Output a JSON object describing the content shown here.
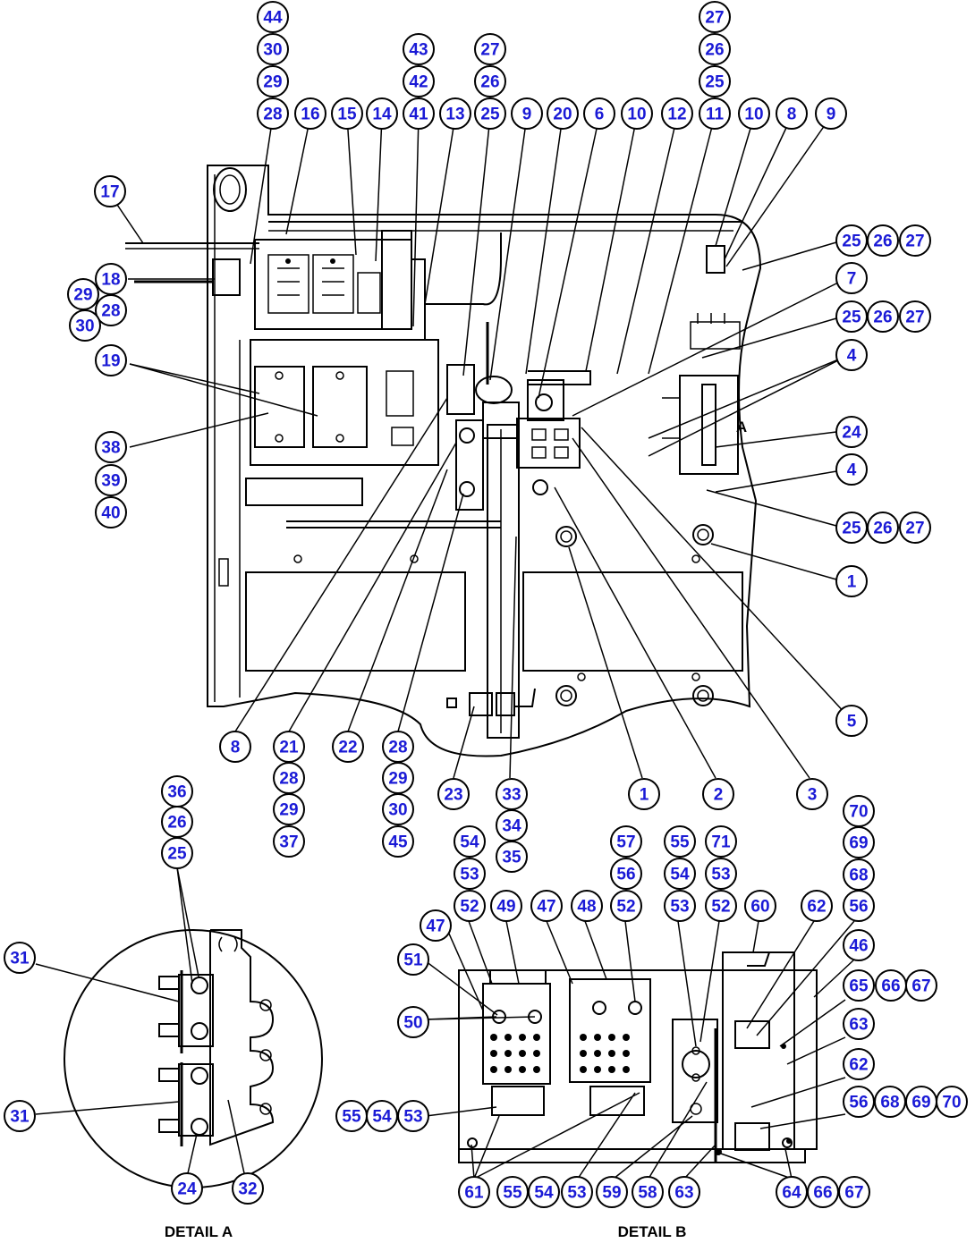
{
  "captions": {
    "detail_a": "DETAIL A",
    "detail_b": "DETAIL B",
    "view_mark": "A"
  },
  "callouts": [
    {
      "id": "c-44a",
      "label": "44"
    },
    {
      "id": "c-30a",
      "label": "30"
    },
    {
      "id": "c-29a",
      "label": "29"
    },
    {
      "id": "c-28a",
      "label": "28"
    },
    {
      "id": "c-16",
      "label": "16"
    },
    {
      "id": "c-15",
      "label": "15"
    },
    {
      "id": "c-14",
      "label": "14"
    },
    {
      "id": "c-43",
      "label": "43"
    },
    {
      "id": "c-42",
      "label": "42"
    },
    {
      "id": "c-41",
      "label": "41"
    },
    {
      "id": "c-13",
      "label": "13"
    },
    {
      "id": "c-27a",
      "label": "27"
    },
    {
      "id": "c-26a",
      "label": "26"
    },
    {
      "id": "c-25a",
      "label": "25"
    },
    {
      "id": "c-9a",
      "label": "9"
    },
    {
      "id": "c-20",
      "label": "20"
    },
    {
      "id": "c-6",
      "label": "6"
    },
    {
      "id": "c-10a",
      "label": "10"
    },
    {
      "id": "c-12",
      "label": "12"
    },
    {
      "id": "c-27b",
      "label": "27"
    },
    {
      "id": "c-26b",
      "label": "26"
    },
    {
      "id": "c-25b",
      "label": "25"
    },
    {
      "id": "c-11",
      "label": "11"
    },
    {
      "id": "c-10b",
      "label": "10"
    },
    {
      "id": "c-8a",
      "label": "8"
    },
    {
      "id": "c-9b",
      "label": "9"
    },
    {
      "id": "c-17",
      "label": "17"
    },
    {
      "id": "c-18",
      "label": "18"
    },
    {
      "id": "c-29b",
      "label": "29"
    },
    {
      "id": "c-28b",
      "label": "28"
    },
    {
      "id": "c-30b",
      "label": "30"
    },
    {
      "id": "c-19",
      "label": "19"
    },
    {
      "id": "c-38",
      "label": "38"
    },
    {
      "id": "c-39",
      "label": "39"
    },
    {
      "id": "c-40",
      "label": "40"
    },
    {
      "id": "c-25c",
      "label": "25"
    },
    {
      "id": "c-26c",
      "label": "26"
    },
    {
      "id": "c-27c",
      "label": "27"
    },
    {
      "id": "c-7",
      "label": "7"
    },
    {
      "id": "c-25d",
      "label": "25"
    },
    {
      "id": "c-26d",
      "label": "26"
    },
    {
      "id": "c-27d",
      "label": "27"
    },
    {
      "id": "c-4a",
      "label": "4"
    },
    {
      "id": "c-24a",
      "label": "24"
    },
    {
      "id": "c-4b",
      "label": "4"
    },
    {
      "id": "c-25e",
      "label": "25"
    },
    {
      "id": "c-26e",
      "label": "26"
    },
    {
      "id": "c-27e",
      "label": "27"
    },
    {
      "id": "c-1a",
      "label": "1"
    },
    {
      "id": "c-5",
      "label": "5"
    },
    {
      "id": "c-8b",
      "label": "8"
    },
    {
      "id": "c-21",
      "label": "21"
    },
    {
      "id": "c-28c",
      "label": "28"
    },
    {
      "id": "c-29c",
      "label": "29"
    },
    {
      "id": "c-37",
      "label": "37"
    },
    {
      "id": "c-22",
      "label": "22"
    },
    {
      "id": "c-28d",
      "label": "28"
    },
    {
      "id": "c-29d",
      "label": "29"
    },
    {
      "id": "c-30c",
      "label": "30"
    },
    {
      "id": "c-45",
      "label": "45"
    },
    {
      "id": "c-23",
      "label": "23"
    },
    {
      "id": "c-33",
      "label": "33"
    },
    {
      "id": "c-34",
      "label": "34"
    },
    {
      "id": "c-35",
      "label": "35"
    },
    {
      "id": "c-1b",
      "label": "1"
    },
    {
      "id": "c-2",
      "label": "2"
    },
    {
      "id": "c-3",
      "label": "3"
    },
    {
      "id": "c-36",
      "label": "36"
    },
    {
      "id": "c-26f",
      "label": "26"
    },
    {
      "id": "c-25f",
      "label": "25"
    },
    {
      "id": "c-31a",
      "label": "31"
    },
    {
      "id": "c-31b",
      "label": "31"
    },
    {
      "id": "c-24b",
      "label": "24"
    },
    {
      "id": "c-32",
      "label": "32"
    },
    {
      "id": "c-54a",
      "label": "54"
    },
    {
      "id": "c-53a",
      "label": "53"
    },
    {
      "id": "c-52a",
      "label": "52"
    },
    {
      "id": "c-49",
      "label": "49"
    },
    {
      "id": "c-47a",
      "label": "47"
    },
    {
      "id": "c-48",
      "label": "48"
    },
    {
      "id": "c-57",
      "label": "57"
    },
    {
      "id": "c-56a",
      "label": "56"
    },
    {
      "id": "c-52b",
      "label": "52"
    },
    {
      "id": "c-55a",
      "label": "55"
    },
    {
      "id": "c-54b",
      "label": "54"
    },
    {
      "id": "c-53b",
      "label": "53"
    },
    {
      "id": "c-71",
      "label": "71"
    },
    {
      "id": "c-53c",
      "label": "53"
    },
    {
      "id": "c-52c",
      "label": "52"
    },
    {
      "id": "c-60",
      "label": "60"
    },
    {
      "id": "c-70a",
      "label": "70"
    },
    {
      "id": "c-69a",
      "label": "69"
    },
    {
      "id": "c-68a",
      "label": "68"
    },
    {
      "id": "c-62a",
      "label": "62"
    },
    {
      "id": "c-56b",
      "label": "56"
    },
    {
      "id": "c-47b",
      "label": "47"
    },
    {
      "id": "c-51",
      "label": "51"
    },
    {
      "id": "c-50",
      "label": "50"
    },
    {
      "id": "c-46",
      "label": "46"
    },
    {
      "id": "c-65",
      "label": "65"
    },
    {
      "id": "c-66a",
      "label": "66"
    },
    {
      "id": "c-67a",
      "label": "67"
    },
    {
      "id": "c-63a",
      "label": "63"
    },
    {
      "id": "c-62b",
      "label": "62"
    },
    {
      "id": "c-55b",
      "label": "55"
    },
    {
      "id": "c-54c",
      "label": "54"
    },
    {
      "id": "c-53d",
      "label": "53"
    },
    {
      "id": "c-56c",
      "label": "56"
    },
    {
      "id": "c-68b",
      "label": "68"
    },
    {
      "id": "c-69b",
      "label": "69"
    },
    {
      "id": "c-70b",
      "label": "70"
    },
    {
      "id": "c-61",
      "label": "61"
    },
    {
      "id": "c-55c",
      "label": "55"
    },
    {
      "id": "c-54d",
      "label": "54"
    },
    {
      "id": "c-53e",
      "label": "53"
    },
    {
      "id": "c-59",
      "label": "59"
    },
    {
      "id": "c-58",
      "label": "58"
    },
    {
      "id": "c-63b",
      "label": "63"
    },
    {
      "id": "c-64",
      "label": "64"
    },
    {
      "id": "c-66b",
      "label": "66"
    },
    {
      "id": "c-67b",
      "label": "67"
    }
  ]
}
